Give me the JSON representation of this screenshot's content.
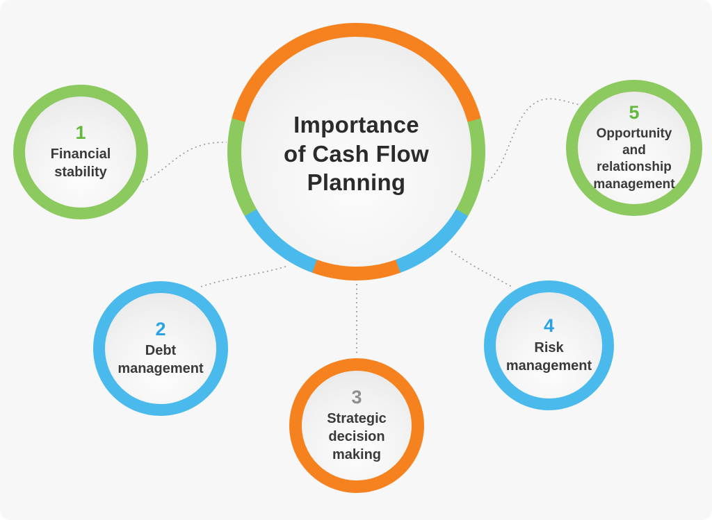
{
  "title": {
    "lines": [
      "Importance",
      "of Cash Flow",
      "Planning"
    ],
    "text": "Importance of Cash Flow Planning"
  },
  "nodes": [
    {
      "number": "1",
      "label": "Financial stability",
      "label_lines": [
        "Financial",
        "stability"
      ],
      "ring_color": "#8CC95F",
      "number_color": "#64B83E"
    },
    {
      "number": "2",
      "label": "Debt management",
      "label_lines": [
        "Debt",
        "management"
      ],
      "ring_color": "#4ABAEC",
      "number_color": "#29A3E3"
    },
    {
      "number": "3",
      "label": "Strategic decision making",
      "label_lines": [
        "Strategic",
        "decision",
        "making"
      ],
      "ring_color": "#F5821F",
      "number_color": "#8E8E8E"
    },
    {
      "number": "4",
      "label": "Risk management",
      "label_lines": [
        "Risk",
        "management"
      ],
      "ring_color": "#4ABAEC",
      "number_color": "#29A3E3"
    },
    {
      "number": "5",
      "label": "Opportunity and relationship management",
      "label_lines": [
        "Opportunity",
        "and",
        "relationship",
        "management"
      ],
      "ring_color": "#8CC95F",
      "number_color": "#64B83E"
    }
  ],
  "center_ring_segments": [
    {
      "color": "#F5821F",
      "from_deg": 285,
      "to_deg": 75
    },
    {
      "color": "#8CC95F",
      "from_deg": 75,
      "to_deg": 120
    },
    {
      "color": "#4ABAEC",
      "from_deg": 120,
      "to_deg": 160
    },
    {
      "color": "#F5821F",
      "from_deg": 160,
      "to_deg": 200
    },
    {
      "color": "#4ABAEC",
      "from_deg": 200,
      "to_deg": 240
    },
    {
      "color": "#8CC95F",
      "from_deg": 240,
      "to_deg": 285
    }
  ],
  "palette": {
    "orange": "#F5821F",
    "green": "#8CC95F",
    "blue": "#4ABAEC",
    "green_number": "#64B83E",
    "blue_number": "#29A3E3",
    "gray_number": "#8E8E8E",
    "title_color": "#2B2B2B",
    "label_color": "#3A3A3A",
    "connector_color": "#9A9A9A",
    "background": "#F7F7F8"
  }
}
